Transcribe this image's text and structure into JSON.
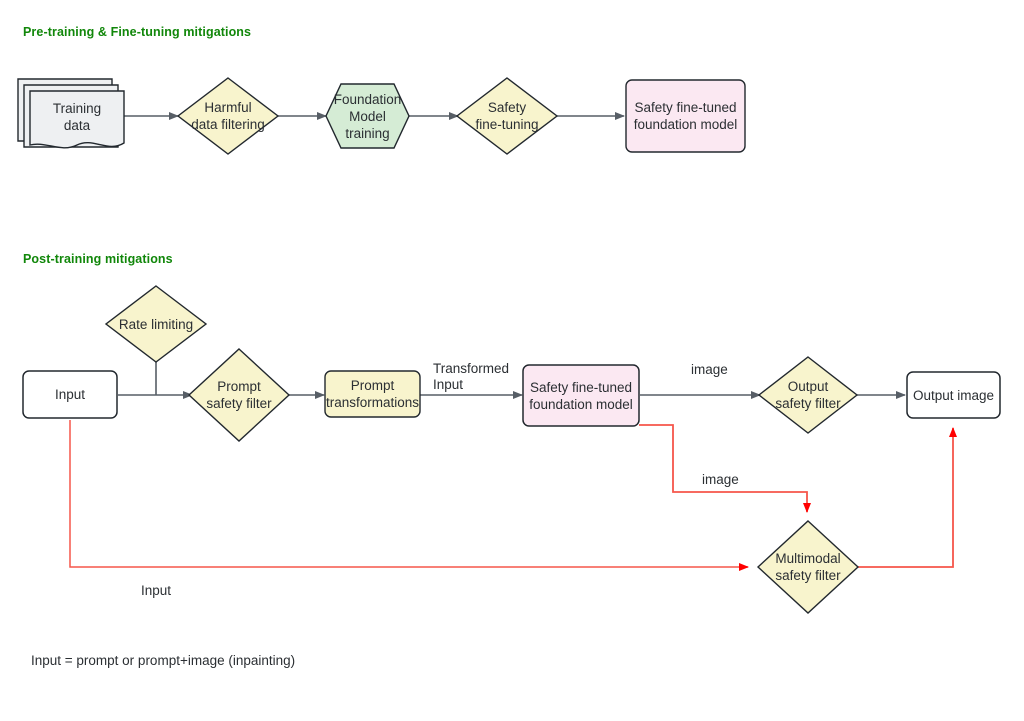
{
  "sections": {
    "pretraining_title": "Pre-training & Fine-tuning mitigations",
    "posttraining_title": "Post-training mitigations"
  },
  "colors": {
    "title_green": "#11870a",
    "node_yellow_fill": "#f8f4cd",
    "node_green_fill": "#d5ecd5",
    "node_pink_fill": "#fbe8f2",
    "node_white_fill": "#ffffff",
    "node_grey_fill": "#eef0f2",
    "stroke_dark": "#22282e",
    "stroke_grey": "#575e66",
    "arrow_red": "#ff0000",
    "edge_red": "#f6564a",
    "text": "#2b2f33"
  },
  "pretraining_nodes": [
    {
      "id": "training-data",
      "label": "Training\ndata",
      "shape": "document-stack",
      "fill": "#eef0f2"
    },
    {
      "id": "harmful-data-filtering",
      "label": "Harmful\ndata filtering",
      "shape": "diamond",
      "fill": "#f8f4cd"
    },
    {
      "id": "foundation-model-training",
      "label": "Foundation\nModel training",
      "shape": "hexagon",
      "fill": "#d5ecd5"
    },
    {
      "id": "safety-fine-tuning",
      "label": "Safety\nfine-tuning",
      "shape": "diamond",
      "fill": "#f8f4cd"
    },
    {
      "id": "safety-fine-tuned-foundation-model",
      "label": "Safety fine-tuned\nfoundation model",
      "shape": "rounded-rect",
      "fill": "#fbe8f2"
    }
  ],
  "posttraining_nodes": [
    {
      "id": "rate-limiting",
      "label": "Rate limiting",
      "shape": "diamond",
      "fill": "#f8f4cd"
    },
    {
      "id": "input",
      "label": "Input",
      "shape": "rounded-rect",
      "fill": "#ffffff"
    },
    {
      "id": "prompt-safety-filter",
      "label": "Prompt\nsafety filter",
      "shape": "diamond",
      "fill": "#f8f4cd"
    },
    {
      "id": "prompt-transformations",
      "label": "Prompt\ntransformations",
      "shape": "rounded-rect",
      "fill": "#f8f4cd"
    },
    {
      "id": "safety-fine-tuned-foundation-model-2",
      "label": "Safety fine-tuned\nfoundation model",
      "shape": "rounded-rect",
      "fill": "#fbe8f2"
    },
    {
      "id": "output-safety-filter",
      "label": "Output\nsafety filter",
      "shape": "diamond",
      "fill": "#f8f4cd"
    },
    {
      "id": "output-image",
      "label": "Output image",
      "shape": "rounded-rect",
      "fill": "#ffffff"
    },
    {
      "id": "multimodal-safety-filter",
      "label": "Multimodal\nsafety filter",
      "shape": "diamond",
      "fill": "#f8f4cd"
    }
  ],
  "edge_labels": {
    "transformed_input": "Transformed\nInput",
    "image_to_output_filter": "image",
    "image_to_multimodal": "image",
    "input_loop": "Input"
  },
  "footnote": "Input = prompt or prompt+image (inpainting)"
}
